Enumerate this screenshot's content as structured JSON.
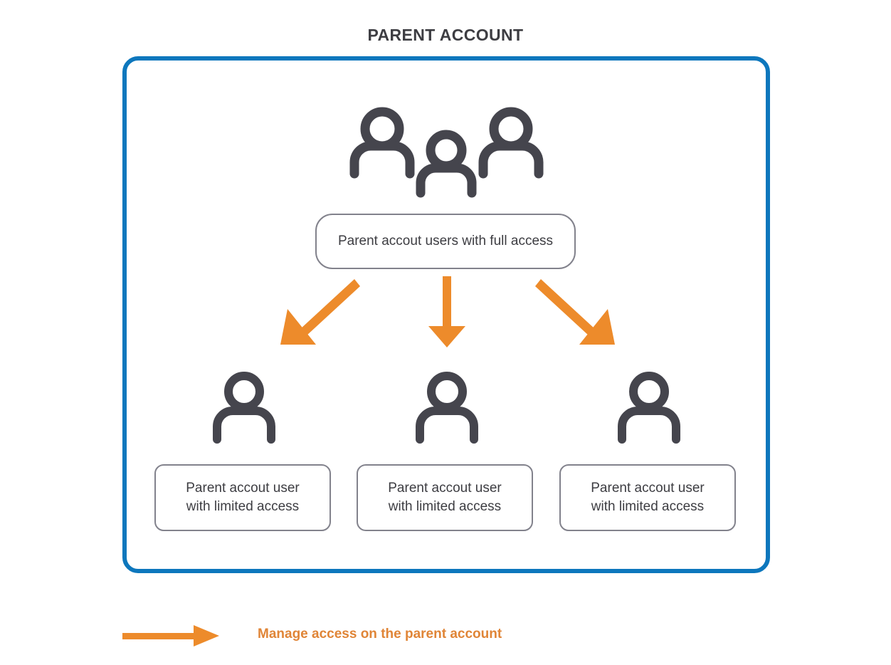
{
  "page": {
    "title": "PARENT ACCOUNT",
    "background_color": "#ffffff"
  },
  "colors": {
    "frame_blue": "#0d77bd",
    "arrow_orange": "#ed8b2b",
    "legend_text_orange": "#e08537",
    "icon_dark": "#45454d",
    "box_border_gray": "#82828c",
    "text_dark": "#3d3d42"
  },
  "frame": {
    "name": "parent-account-frame",
    "border_color": "#0d77bd"
  },
  "top_group": {
    "icon": "group-of-users-icon",
    "icon_count": 3,
    "box_label": "Parent accout users with full access"
  },
  "arrows": {
    "left": "arrow-down-left",
    "center": "arrow-down",
    "right": "arrow-down-right"
  },
  "children": [
    {
      "icon": "single-user-icon",
      "label_line1": "Parent accout user",
      "label_line2": "with limited access"
    },
    {
      "icon": "single-user-icon",
      "label_line1": "Parent accout user",
      "label_line2": "with limited access"
    },
    {
      "icon": "single-user-icon",
      "label_line1": "Parent accout user",
      "label_line2": "with limited access"
    }
  ],
  "legend": {
    "arrow_icon": "right-arrow-icon",
    "label": "Manage access on the parent account"
  }
}
